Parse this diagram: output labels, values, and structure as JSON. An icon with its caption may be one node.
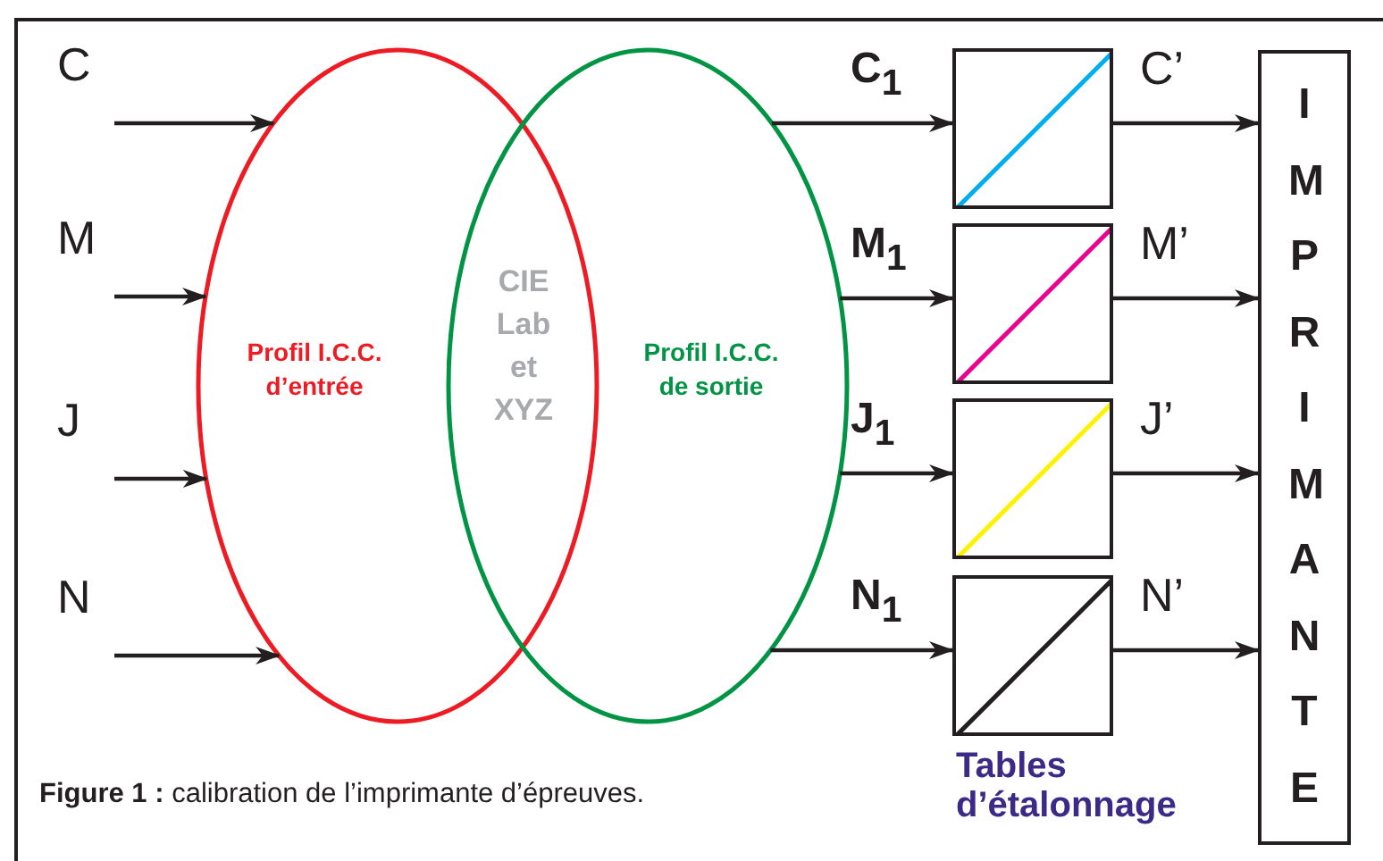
{
  "diagram": {
    "caption": "**Figure 1 :** calibration de l’imprimante d’épreuves.",
    "nodes": [
      {
        "text": [
          "Profil I.C.C. d’entrée"
        ]
      },
      {
        "text": [
          "Profil I.C.C. de sortie"
        ]
      },
      {
        "text": [],
        "shape": "box"
      },
      {
        "text": [],
        "shape": "box"
      },
      {
        "text": [],
        "shape": "box"
      },
      {
        "text": [],
        "shape": "box"
      },
      {
        "text": [
          "IMPRIMANTE"
        ]
      }
    ],
    "edges": [
      {
        "from": null,
        "to": 0,
        "arrow": "to",
        "label": "C"
      },
      {
        "from": null,
        "to": 0,
        "arrow": "to",
        "label": "M"
      },
      {
        "from": null,
        "to": 0,
        "arrow": "to",
        "label": "J"
      },
      {
        "from": null,
        "to": 0,
        "arrow": "to",
        "label": "N"
      },
      {
        "from": 1,
        "to": 2,
        "arrow": "to",
        "label": "C$_{1}$"
      },
      {
        "from": 1,
        "to": 3,
        "arrow": "to",
        "label": "M$_{1}$"
      },
      {
        "from": 1,
        "to": 4,
        "arrow": "to",
        "label": "J$_{1}$"
      },
      {
        "from": 1,
        "to": 5,
        "arrow": "to",
        "label": "N$_{1}$"
      },
      {
        "from": 2,
        "to": 6,
        "arrow": "to",
        "label": "C’"
      },
      {
        "from": 3,
        "to": 6,
        "arrow": "to",
        "label": "M’"
      },
      {
        "from": 4,
        "to": 6,
        "arrow": "to",
        "label": "J’"
      },
      {
        "from": 5,
        "to": 6,
        "arrow": "to",
        "label": "N’"
      }
    ],
    "labels": [
      "CIE Lab et XYZ",
      "Tables d’étalonnage"
    ]
  }
}
